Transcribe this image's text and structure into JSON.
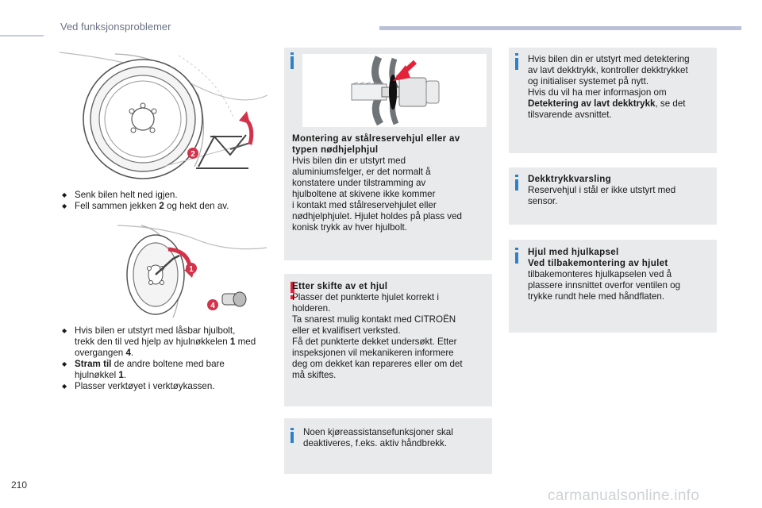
{
  "header": {
    "title": "Ved funksjonsproblemer"
  },
  "col1": {
    "bullets_top": [
      {
        "text": "Senk bilen helt ned igjen."
      },
      {
        "pre": "Fell sammen jekken ",
        "bold": "2",
        "post": " og hekt den av."
      }
    ],
    "bullets_bottom": [
      {
        "line1": "Hvis bilen er utstyrt med låsbar hjulbolt,",
        "line2": "trekk den til ved hjelp av hjulnøkkelen ",
        "bold": "1",
        "line2b": " med",
        "line3": "overgangen ",
        "bold2": "4",
        "line3b": "."
      },
      {
        "bold": "Stram til",
        "post": " de andre boltene med bare",
        "line2": "hjulnøkkel ",
        "bold2": "1",
        "line2b": "."
      },
      {
        "text": "Plasser verktøyet i verktøykassen."
      }
    ],
    "callouts": {
      "one": "1",
      "two": "2",
      "four": "4"
    }
  },
  "col2": {
    "steel_box": {
      "title": [
        "Montering av stålreservehjul eller av",
        "typen nødhjelphjul"
      ],
      "lines": [
        "Hvis bilen din er utstyrt med",
        "aluminiumsfelger, er det normalt å",
        "konstatere under tilstramming av",
        "hjulboltene at skivene ikke kommer",
        "i kontakt med stålreservehjulet eller",
        "nødhjelphjulet. Hjulet holdes på plass ved",
        "konisk trykk av hver hjulbolt."
      ]
    },
    "warning_box": {
      "title": "Etter skifte av et hjul",
      "lines": [
        "Plasser det punkterte hjulet korrekt i",
        "holderen.",
        "Ta snarest mulig kontakt med CITROËN",
        "eller et kvalifisert verksted.",
        "Få det punkterte dekket undersøkt. Etter",
        "inspeksjonen vil mekanikeren informere",
        "deg om dekket kan repareres eller om det",
        "må skiftes."
      ]
    },
    "assist_box": {
      "lines": [
        "Noen kjøreassistansefunksjoner skal",
        "deaktiveres, f.eks. aktiv håndbrekk."
      ]
    }
  },
  "col3": {
    "detection_box": {
      "lines": [
        "Hvis bilen din er utstyrt med detektering",
        "av lavt dekktrykk, kontroller dekktrykket",
        "og initialiser systemet på nytt.",
        "Hvis du vil ha mer informasjon om"
      ],
      "bold_line": "Detektering av lavt dekktrykk",
      "bold_line_post": ", se det",
      "last_line": "tilsvarende avsnittet."
    },
    "tpms_box": {
      "title": "Dekktrykkvarsling",
      "lines": [
        "Reservehjul i stål er ikke utstyrt med",
        "sensor."
      ]
    },
    "hubcap_box": {
      "title1": "Hjul med hjulkapsel",
      "title2": "Ved tilbakemontering av hjulet",
      "lines": [
        "tilbakemonteres hjulkapselen ved å",
        "plassere innsnittet overfor ventilen og",
        "trykke rundt hele med håndflaten."
      ]
    }
  },
  "footer": {
    "page_number": "210",
    "watermark": "carmanualsonline.info"
  },
  "colors": {
    "info": "#2e80c9",
    "warning": "#e2233a",
    "box": "#e9eaec",
    "callout": "#d2334a"
  }
}
